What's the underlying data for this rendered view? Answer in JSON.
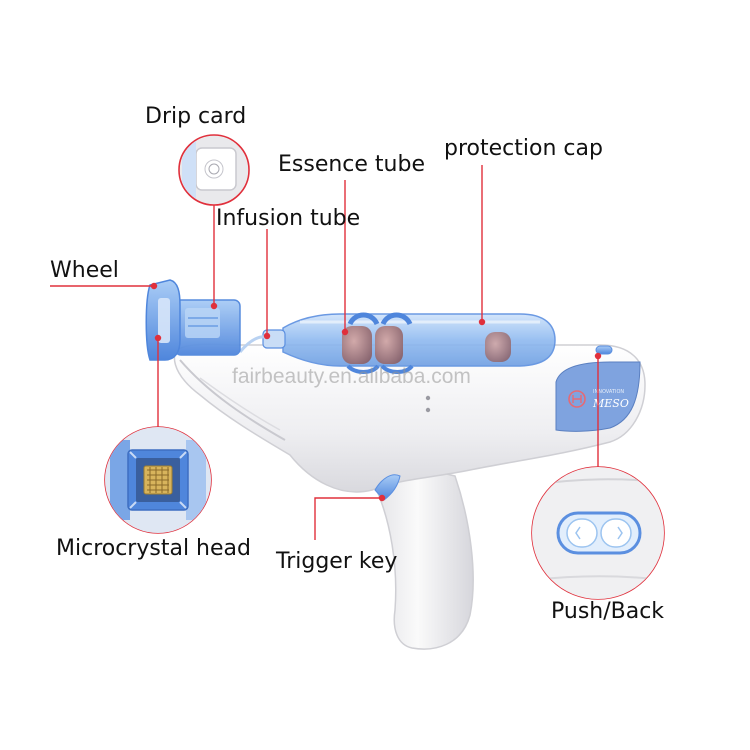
{
  "labels": {
    "drip_card": "Drip card",
    "essence_tube": "Essence tube",
    "protection_cap": "protection cap",
    "infusion_tube": "Infusion tube",
    "wheel": "Wheel",
    "microcrystal_head": "Microcrystal head",
    "trigger_key": "Trigger key",
    "push_back": "Push/Back"
  },
  "watermark": "fairbeauty.en.alibaba.com",
  "badge": {
    "brand": "MESO",
    "sub": "INNOVATION"
  },
  "colors": {
    "leader_line": "#e0303c",
    "device_body": "#f2f2f4",
    "accent_blue": "#5b8fe0",
    "tube_blue": "#9cc4f0"
  }
}
